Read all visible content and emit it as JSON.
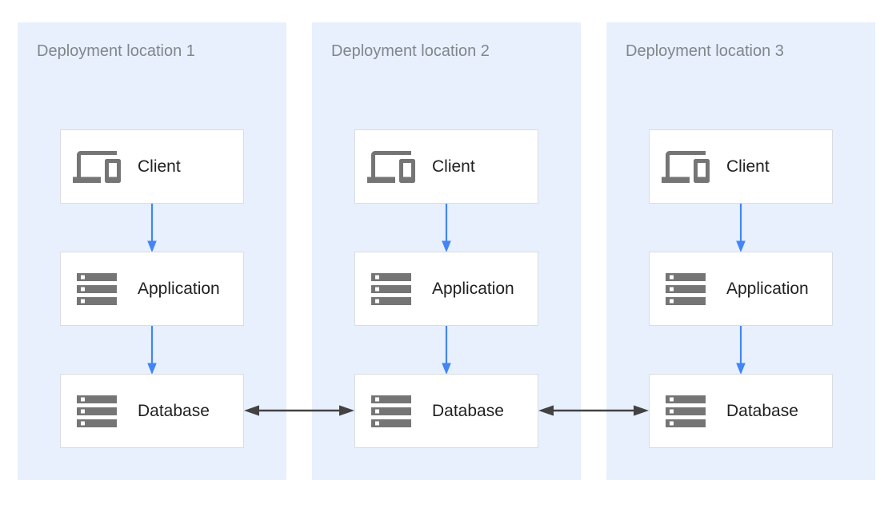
{
  "panels": [
    {
      "title": "Deployment location 1",
      "nodes": [
        {
          "label": "Client",
          "icon": "devices-icon"
        },
        {
          "label": "Application",
          "icon": "server-stack-icon"
        },
        {
          "label": "Database",
          "icon": "server-stack-icon"
        }
      ]
    },
    {
      "title": "Deployment location 2",
      "nodes": [
        {
          "label": "Client",
          "icon": "devices-icon"
        },
        {
          "label": "Application",
          "icon": "server-stack-icon"
        },
        {
          "label": "Database",
          "icon": "server-stack-icon"
        }
      ]
    },
    {
      "title": "Deployment location 3",
      "nodes": [
        {
          "label": "Client",
          "icon": "devices-icon"
        },
        {
          "label": "Application",
          "icon": "server-stack-icon"
        },
        {
          "label": "Database",
          "icon": "server-stack-icon"
        }
      ]
    }
  ],
  "connections": [
    {
      "from": "Client",
      "to": "Application",
      "zone": "Deployment location 1",
      "direction": "one-way",
      "color": "#4285f4"
    },
    {
      "from": "Application",
      "to": "Database",
      "zone": "Deployment location 1",
      "direction": "one-way",
      "color": "#4285f4"
    },
    {
      "from": "Client",
      "to": "Application",
      "zone": "Deployment location 2",
      "direction": "one-way",
      "color": "#4285f4"
    },
    {
      "from": "Application",
      "to": "Database",
      "zone": "Deployment location 2",
      "direction": "one-way",
      "color": "#4285f4"
    },
    {
      "from": "Client",
      "to": "Application",
      "zone": "Deployment location 3",
      "direction": "one-way",
      "color": "#4285f4"
    },
    {
      "from": "Application",
      "to": "Database",
      "zone": "Deployment location 3",
      "direction": "one-way",
      "color": "#4285f4"
    },
    {
      "from": "Database (Deployment location 1)",
      "to": "Database (Deployment location 2)",
      "direction": "two-way",
      "color": "#424242"
    },
    {
      "from": "Database (Deployment location 2)",
      "to": "Database (Deployment location 3)",
      "direction": "two-way",
      "color": "#424242"
    }
  ],
  "icons": {
    "devices-icon": "laptop with phone overlay glyph",
    "server-stack-icon": "three stacked server bars with square LED"
  },
  "colors": {
    "page_background": "#ffffff",
    "zone_background": "#e8f0fe",
    "zone_title_text": "#80868b",
    "node_background": "#ffffff",
    "node_border": "#dadce0",
    "node_label_text": "#212121",
    "icon_gray": "#757575",
    "flow_arrow_blue": "#4285f4",
    "replication_arrow_dark": "#424242"
  }
}
